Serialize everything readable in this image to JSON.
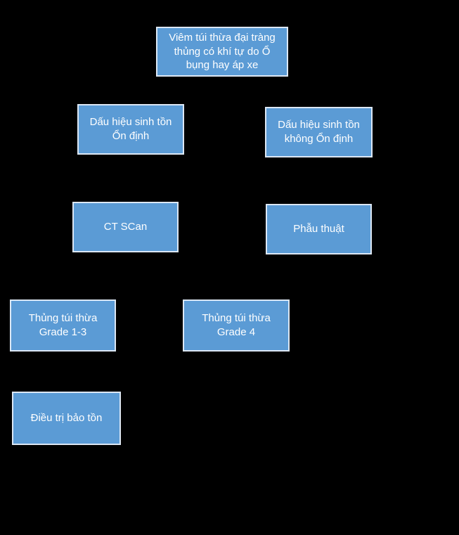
{
  "colors": {
    "background": "#000000",
    "node_fill": "#5b9bd5",
    "node_border": "#dce7f4",
    "node_text": "#ffffff"
  },
  "flowchart": {
    "nodes": [
      {
        "id": "diagnosis",
        "text": "Viêm túi thừa đại tràng\nthủng có khí tự do Ổ\nbụng hay áp xe"
      },
      {
        "id": "vitals-stable",
        "text": "Dấu hiệu sinh tồn\nỔn định"
      },
      {
        "id": "vitals-unstable",
        "text": "Dấu hiệu sinh tồn\nkhông Ổn định"
      },
      {
        "id": "ct-scan",
        "text": "CT SCan"
      },
      {
        "id": "surgery",
        "text": "Phẫu thuật"
      },
      {
        "id": "perforation-grade-1-3",
        "text": "Thủng túi thừa\nGrade 1-3"
      },
      {
        "id": "perforation-grade-4",
        "text": "Thủng túi thừa\nGrade 4"
      },
      {
        "id": "conservative-treatment",
        "text": "Điều trị bảo tồn"
      }
    ]
  }
}
